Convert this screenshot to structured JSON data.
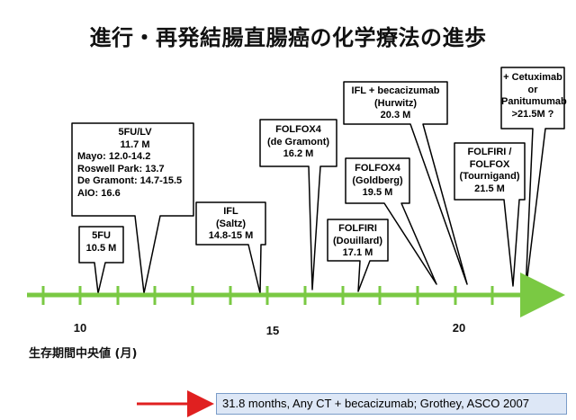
{
  "title": "進行・再発結腸直腸癌の化学療法の進歩",
  "axis": {
    "title": "生存期間中央値 (月)",
    "ticks": [
      "10",
      "15",
      "20"
    ],
    "line_color": "#7ac943"
  },
  "callouts": [
    {
      "id": "5fu",
      "lines": [
        "5FU",
        "10.5 M"
      ]
    },
    {
      "id": "5fulv",
      "lines": [
        "5FU/LV",
        "11.7 M",
        "Mayo: 12.0-14.2",
        "Roswell Park: 13.7",
        "De Gramont: 14.7-15.5",
        "AIO: 16.6"
      ]
    },
    {
      "id": "ifl",
      "lines": [
        "IFL",
        "(Saltz)",
        "14.8-15 M"
      ]
    },
    {
      "id": "folfox4-dg",
      "lines": [
        "FOLFOX4",
        "(de Gramont)",
        "16.2 M"
      ]
    },
    {
      "id": "folfiri-d",
      "lines": [
        "FOLFIRI",
        "(Douillard)",
        "17.1 M"
      ]
    },
    {
      "id": "folfox4-g",
      "lines": [
        "FOLFOX4",
        "(Goldberg)",
        "19.5 M"
      ]
    },
    {
      "id": "ifl-bev",
      "lines": [
        "IFL + becacizumab",
        "(Hurwitz)",
        "20.3 M"
      ]
    },
    {
      "id": "folfiri-folfox",
      "lines": [
        "FOLFIRI /",
        "FOLFOX",
        "(Tournigand)",
        "21.5 M"
      ]
    },
    {
      "id": "cetux",
      "lines": [
        "+ Cetuximab",
        "or",
        "Panitumumab",
        ">21.5M ?"
      ]
    }
  ],
  "reference": {
    "text": "31.8 months, Any CT + becacizumab; Grothey, ASCO 2007",
    "arrow_color": "#e02020",
    "box_color": "#dde7f6"
  }
}
